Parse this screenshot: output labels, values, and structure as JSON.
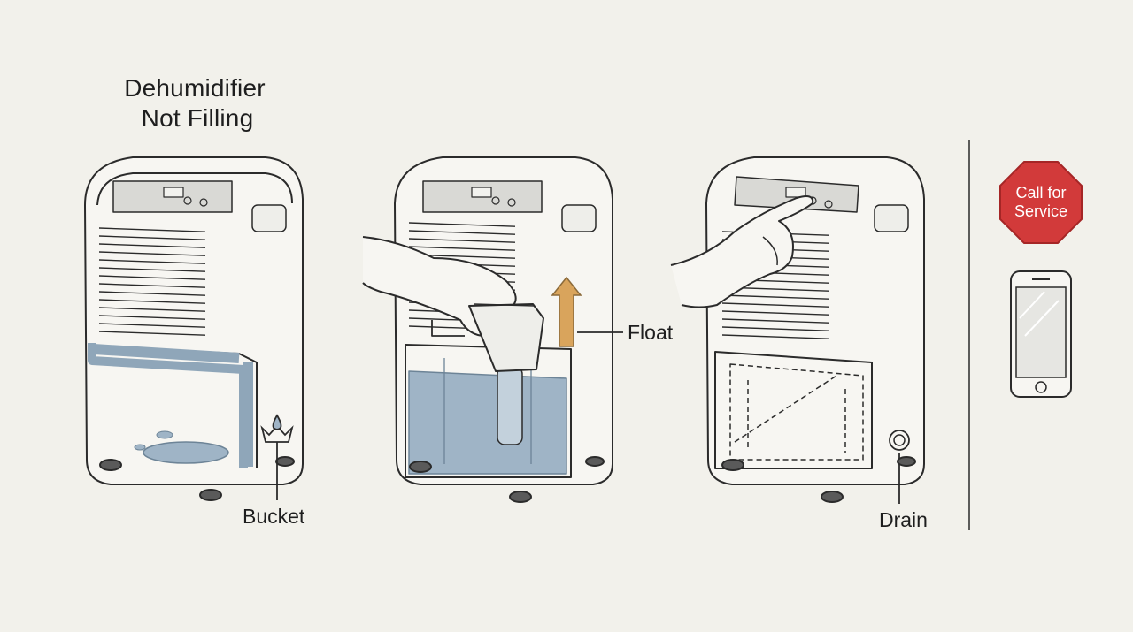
{
  "title": {
    "line1": "Dehumidifier",
    "line2": "Not Filling"
  },
  "callouts": {
    "bucket": "Bucket",
    "float": "Float",
    "drain": "Drain"
  },
  "sidebar": {
    "stop_sign_line1": "Call for",
    "stop_sign_line2": "Service"
  },
  "colors": {
    "background": "#f2f1eb",
    "line": "#2b2b2b",
    "water_blue": "#9fb4c6",
    "stop_red": "#d23a3a",
    "arrow_tan": "#d9a45c"
  },
  "icons": [
    "water-drop-icon",
    "up-arrow-icon",
    "stop-sign-icon",
    "smartphone-icon",
    "hand-icon"
  ]
}
